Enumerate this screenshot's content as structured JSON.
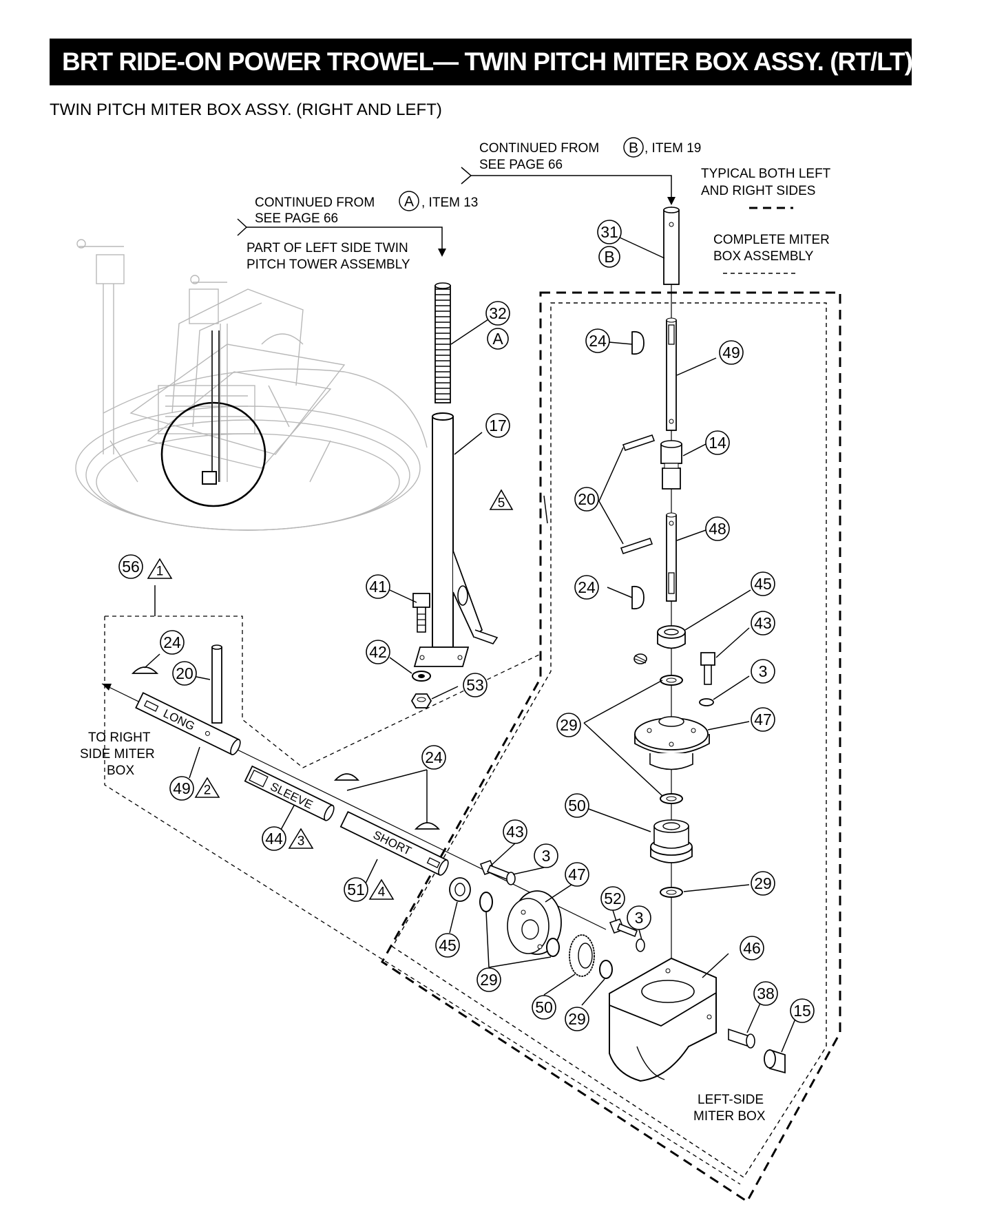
{
  "header": {
    "title": "BRT RIDE-ON POWER TROWEL— TWIN PITCH  MITER BOX ASSY. (RT/LT)",
    "subtitle": "TWIN PITCH MITER BOX ASSY. (RIGHT AND LEFT)"
  },
  "notes": {
    "continued_b_line1": "CONTINUED FROM",
    "continued_b_letter": "B",
    "continued_b_item": ", ITEM 19",
    "continued_b_line2": "SEE  PAGE 66",
    "continued_a_line1": "CONTINUED FROM",
    "continued_a_letter": "A",
    "continued_a_item": ", ITEM 13",
    "continued_a_line2": "SEE  PAGE 66",
    "part_of_line1": "PART OF LEFT SIDE TWIN",
    "part_of_line2": "PITCH TOWER ASSEMBLY",
    "legend_typical_line1": "TYPICAL BOTH LEFT",
    "legend_typical_line2": "AND RIGHT SIDES",
    "legend_complete_line1": "COMPLETE MITER",
    "legend_complete_line2": "BOX ASSEMBLY",
    "to_right_line1": "TO RIGHT",
    "to_right_line2": "SIDE MITER",
    "to_right_line3": "BOX",
    "left_side_line1": "LEFT-SIDE",
    "left_side_line2": "MITER BOX",
    "shaft_long": "LONG",
    "shaft_sleeve": "SLEEVE",
    "shaft_short": "SHORT"
  },
  "callouts": {
    "c31": "31",
    "cB": "B",
    "c32": "32",
    "cA": "A",
    "c17": "17",
    "c5": "5",
    "c24a": "24",
    "c49a": "49",
    "c14": "14",
    "c20a": "20",
    "c48": "48",
    "c24b": "24",
    "c45a": "45",
    "c43a": "43",
    "c3a": "3",
    "c47a": "47",
    "c29a": "29",
    "c41": "41",
    "c42": "42",
    "c53": "53",
    "c56": "56",
    "c1": "1",
    "c24c": "24",
    "c20b": "20",
    "c49b": "49",
    "c2": "2",
    "c44": "44",
    "c3t": "3",
    "c24d": "24",
    "c51": "51",
    "c4": "4",
    "c50a": "50",
    "c29b": "29",
    "c43b": "43",
    "c3b": "3",
    "c47b": "47",
    "c52": "52",
    "c3c": "3",
    "c45b": "45",
    "c29c": "29",
    "c50b": "50",
    "c29d": "29",
    "c46": "46",
    "c38": "38",
    "c15": "15"
  }
}
